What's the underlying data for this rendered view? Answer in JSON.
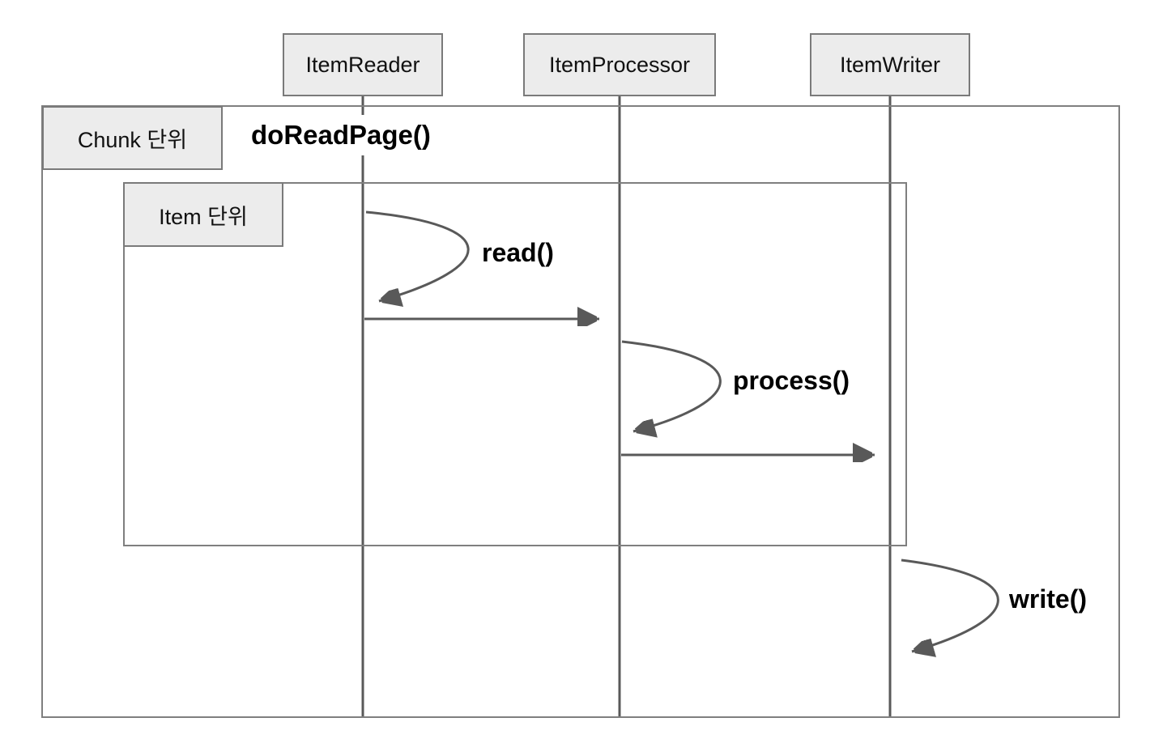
{
  "diagram": {
    "type": "sequence-diagram",
    "participants": [
      {
        "label": "ItemReader"
      },
      {
        "label": "ItemProcessor"
      },
      {
        "label": "ItemWriter"
      }
    ],
    "frames": [
      {
        "label": "Chunk 단위"
      },
      {
        "label": "Item 단위"
      }
    ],
    "messages": {
      "do_read_page": "doReadPage()",
      "read": "read()",
      "process": "process()",
      "write": "write()"
    },
    "colors": {
      "line": "#595959",
      "box_fill": "#ececec",
      "box_border": "#7a7a7a",
      "frame_border": "#7f7f7f",
      "text": "#000000",
      "background": "#ffffff"
    }
  }
}
